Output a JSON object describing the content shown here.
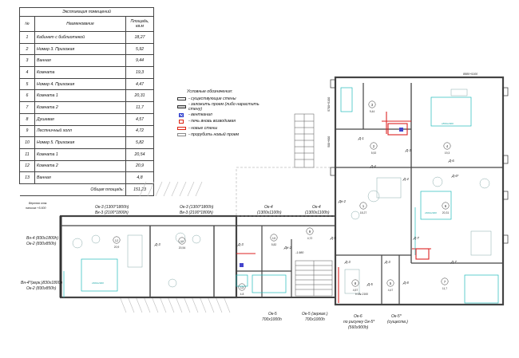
{
  "table": {
    "caption": "Экспликация помещений",
    "headers": {
      "num": "№",
      "name": "Наименование",
      "area": "Площадь, кв.м"
    },
    "rows": [
      {
        "num": "1",
        "name": "Кабинет с библиотекой",
        "area": "18,27"
      },
      {
        "num": "2",
        "name": "Номер 3. Прихожая",
        "area": "5,92"
      },
      {
        "num": "3",
        "name": "Ванная",
        "area": "9,44"
      },
      {
        "num": "4",
        "name": "Комната",
        "area": "19,3"
      },
      {
        "num": "5",
        "name": "Номер 4. Прихожая",
        "area": "4,47"
      },
      {
        "num": "6",
        "name": "Комната 1",
        "area": "20,31"
      },
      {
        "num": "7",
        "name": "Комната 2",
        "area": "11,7"
      },
      {
        "num": "8",
        "name": "Душевая",
        "area": "4,57"
      },
      {
        "num": "9",
        "name": "Лестничный холл",
        "area": "4,72"
      },
      {
        "num": "10",
        "name": "Номер 5. Прихожая",
        "area": "5,82"
      },
      {
        "num": "11",
        "name": "Комната 1",
        "area": "20,54"
      },
      {
        "num": "12",
        "name": "Комната 2",
        "area": "20,9"
      },
      {
        "num": "13",
        "name": "Ванная",
        "area": "4,8"
      }
    ],
    "total_label": "Общая площадь:",
    "total_value": "151,23"
  },
  "legend": {
    "title": "Условные обозначения:",
    "items": [
      {
        "kind": "existing",
        "text": "- существующие стены"
      },
      {
        "kind": "filled",
        "text": "- заложить проем (либо нарастить стену)"
      },
      {
        "kind": "vent",
        "text": "- вентканал"
      },
      {
        "kind": "stove",
        "text": "- печь вновь возводимая"
      },
      {
        "kind": "new",
        "text": "- новые стены"
      },
      {
        "kind": "cut",
        "text": "- прорубить новый проем"
      }
    ]
  },
  "plan": {
    "openings": {
      "left_top_a": "Ок-3 (1300*1800h)",
      "left_top_b": "Вк-3 (2100*1800h)",
      "mid_top_a": "Ок-3 (1300*1800h)",
      "mid_top_b": "Вк-3 (2100*1800h)",
      "ok4_a_1": "Ок-4",
      "ok4_a_2": "(1300x1100h)",
      "ok4_b_1": "Ок-4",
      "ok4_b_2": "(1300x1100h)",
      "left_side_a1": "Вн-4 (830x1800h)",
      "left_side_a2": "Ок-2 (830x850h)",
      "left_side_b1": "Вн-4*(зерк.)830x1800h",
      "left_side_b2": "Ок-2 (830x850h)",
      "level_a": "Верхняя отм.",
      "level_b": "написка +5.600",
      "ok5_1": "Ок-5",
      "ok5_2": "700x1000h",
      "ok5z_1": "Ок-5 (зеркал.)",
      "ok5z_2": "700x1000h",
      "ok6_1": "Ок-6",
      "ok6_2": "по рисунку Ок-5*",
      "ok6_3": "(560x900h)",
      "ok5s_1": "Ок-5*",
      "ok5s_2": "(существ.)",
      "dim_top": "8880+5100",
      "dim_side": "5700+5100",
      "dim_side2": "500+900",
      "dim_mid": "-1.980"
    },
    "rooms": [
      {
        "id": "1",
        "area": "18,27"
      },
      {
        "id": "2",
        "area": "5,92"
      },
      {
        "id": "3",
        "area": "9,44"
      },
      {
        "id": "4",
        "area": "19,3"
      },
      {
        "id": "5",
        "area": "4,47"
      },
      {
        "id": "6",
        "area": "20,31"
      },
      {
        "id": "7",
        "area": "11,7"
      },
      {
        "id": "8",
        "area": "4,57"
      },
      {
        "id": "9",
        "area": "4,72"
      },
      {
        "id": "10",
        "area": "5,82"
      },
      {
        "id": "11",
        "area": "20,54"
      },
      {
        "id": "12",
        "area": "20,9"
      },
      {
        "id": "13",
        "area": "4,8"
      }
    ],
    "doors": {
      "d1": "Д-1",
      "d3a": "Д-3",
      "d3b": "Д-3",
      "d3c": "Д-3",
      "d3d": "Д-3",
      "d3e": "Д-3",
      "d4a": "Д-4",
      "d4b": "Д-4",
      "d5": "Д-5",
      "d6a": "Д-6",
      "d6b": "Д-6*",
      "d7a": "Д-7",
      "d7b": "Д-7",
      "d8": "Д-8",
      "d9": "Д-9",
      "dn2a": "Дн-2",
      "dn2b": "Дн-2",
      "v2100": "Н-Вк 2100"
    },
    "bed_labels": {
      "b1": "1800x2000",
      "b2": "1600x2000",
      "b3": "1600x2000"
    }
  }
}
